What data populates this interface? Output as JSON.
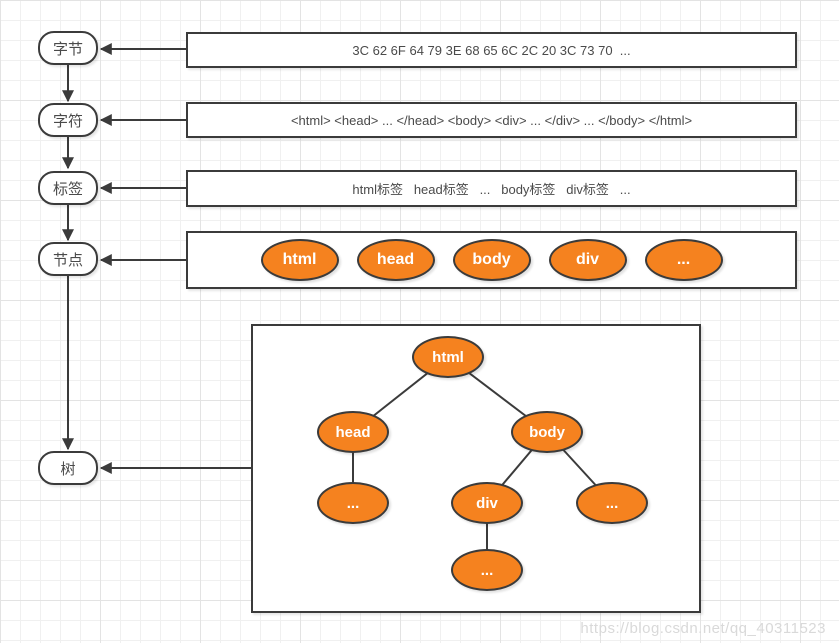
{
  "colors": {
    "node_fill": "#F5821F",
    "node_border": "#3B3B3B",
    "line": "#3B3B3B",
    "box_border": "#3B3B3B"
  },
  "stages": [
    {
      "label": "字节"
    },
    {
      "label": "字符"
    },
    {
      "label": "标签"
    },
    {
      "label": "节点"
    },
    {
      "label": "树"
    }
  ],
  "rows": {
    "bytes": "3C 62 6F 64 79 3E 68 65 6C 2C 20 3C 73 70  ...",
    "characters": "<html> <head> ... </head> <body> <div> ... </div> ... </body> </html>",
    "tokens": "html标签   head标签   ...   body标签   div标签   ..."
  },
  "node_row": {
    "items": [
      "html",
      "head",
      "body",
      "div",
      "..."
    ]
  },
  "tree": {
    "nodes": [
      {
        "label": "html"
      },
      {
        "label": "head"
      },
      {
        "label": "body"
      },
      {
        "label": "..."
      },
      {
        "label": "div"
      },
      {
        "label": "..."
      },
      {
        "label": "..."
      }
    ]
  },
  "watermark": "https://blog.csdn.net/qq_40311523"
}
